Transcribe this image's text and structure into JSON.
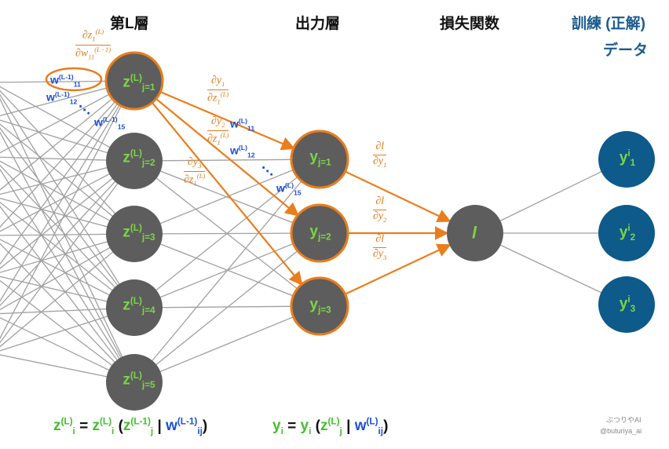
{
  "headers": {
    "layer_l": "第L層",
    "output_layer": "出力層",
    "loss_function": "損失関数",
    "training_data_line1": "訓練 (正解)",
    "training_data_line2": "データ"
  },
  "nodes": {
    "layer_l": [
      {
        "base": "z",
        "sup": "(L)",
        "sub": "j=1"
      },
      {
        "base": "z",
        "sup": "(L)",
        "sub": "j=2"
      },
      {
        "base": "z",
        "sup": "(L)",
        "sub": "j=3"
      },
      {
        "base": "z",
        "sup": "(L)",
        "sub": "j=4"
      },
      {
        "base": "z",
        "sup": "(L)",
        "sub": "j=5"
      }
    ],
    "output": [
      {
        "base": "y",
        "sub": "j=1"
      },
      {
        "base": "y",
        "sub": "j=2"
      },
      {
        "base": "y",
        "sub": "j=3"
      }
    ],
    "loss": "l",
    "targets": [
      {
        "base": "y",
        "sup": "i",
        "sub": "1"
      },
      {
        "base": "y",
        "sup": "i",
        "sub": "2"
      },
      {
        "base": "y",
        "sup": "i",
        "sub": "3"
      }
    ]
  },
  "weights": {
    "w11": {
      "base": "w",
      "sup": "(L-1)",
      "sub": "11"
    },
    "w12": {
      "base": "w",
      "sup": "(L-1)",
      "sub": "12"
    },
    "w15": {
      "base": "w",
      "sup": "(L-1)",
      "sub": "15"
    },
    "wl11": {
      "base": "w",
      "sup": "(L)",
      "sub": "11"
    },
    "wl12": {
      "base": "w",
      "sup": "(L)",
      "sub": "12"
    },
    "wl15": {
      "base": "w",
      "sup": "(L)",
      "sub": "15"
    },
    "dots": "⋱"
  },
  "derivatives": {
    "dz_dw": {
      "num": "∂z",
      "num_sub": "1",
      "num_sup": "(L)",
      "den": "∂w",
      "den_sub": "11",
      "den_sup": "(L−1)"
    },
    "dy1_dz1": {
      "num": "∂y",
      "num_sub": "1",
      "den": "∂z",
      "den_sub": "1",
      "den_sup": "(L)"
    },
    "dy2_dz1": {
      "num": "∂y",
      "num_sub": "2",
      "den": "∂z",
      "den_sub": "1",
      "den_sup": "(L)"
    },
    "dy3_dz1": {
      "num": "∂y",
      "num_sub": "3",
      "den": "∂z",
      "den_sub": "1",
      "den_sup": "(L)"
    },
    "dl_dy1": {
      "num": "∂l",
      "den": "∂y",
      "den_sub": "1"
    },
    "dl_dy2": {
      "num": "∂l",
      "den": "∂y",
      "den_sub": "2"
    },
    "dl_dy3": {
      "num": "∂l",
      "den": "∂y",
      "den_sub": "3"
    }
  },
  "equations": {
    "z_eq": {
      "lhs_base": "z",
      "lhs_sup": "(L)",
      "lhs_sub": "i",
      "eq": "=",
      "fn_base": "z",
      "fn_sup": "(L)",
      "fn_sub": "i",
      "open": "(",
      "arg1_base": "z",
      "arg1_sup": "(L-1)",
      "arg1_sub": "j",
      "bar": "|",
      "arg2_base": "w",
      "arg2_sup": "(L-1)",
      "arg2_sub": "ij",
      "close": ")"
    },
    "y_eq": {
      "lhs_base": "y",
      "lhs_sub": "i",
      "eq": "=",
      "fn_base": "y",
      "fn_sub": "i",
      "open": "(",
      "arg1_base": "z",
      "arg1_sup": "(L)",
      "arg1_sub": "j",
      "bar": "|",
      "arg2_base": "w",
      "arg2_sup": "(L)",
      "arg2_sub": "ij",
      "close": ")"
    }
  },
  "credit": {
    "line1": "ぶつりやAI",
    "line2": "@buturiya_ai"
  },
  "colors": {
    "node_fill": "#5d5d5d",
    "node_text": "#7bd646",
    "target_fill": "#0e5a8a",
    "target_text": "#7bd646",
    "highlight": "#ea7d1c",
    "weight_text": "#1c4fd6",
    "edge": "#a0a0a0",
    "equation_z": "#42c02c",
    "equation_w": "#1c4fd6"
  }
}
